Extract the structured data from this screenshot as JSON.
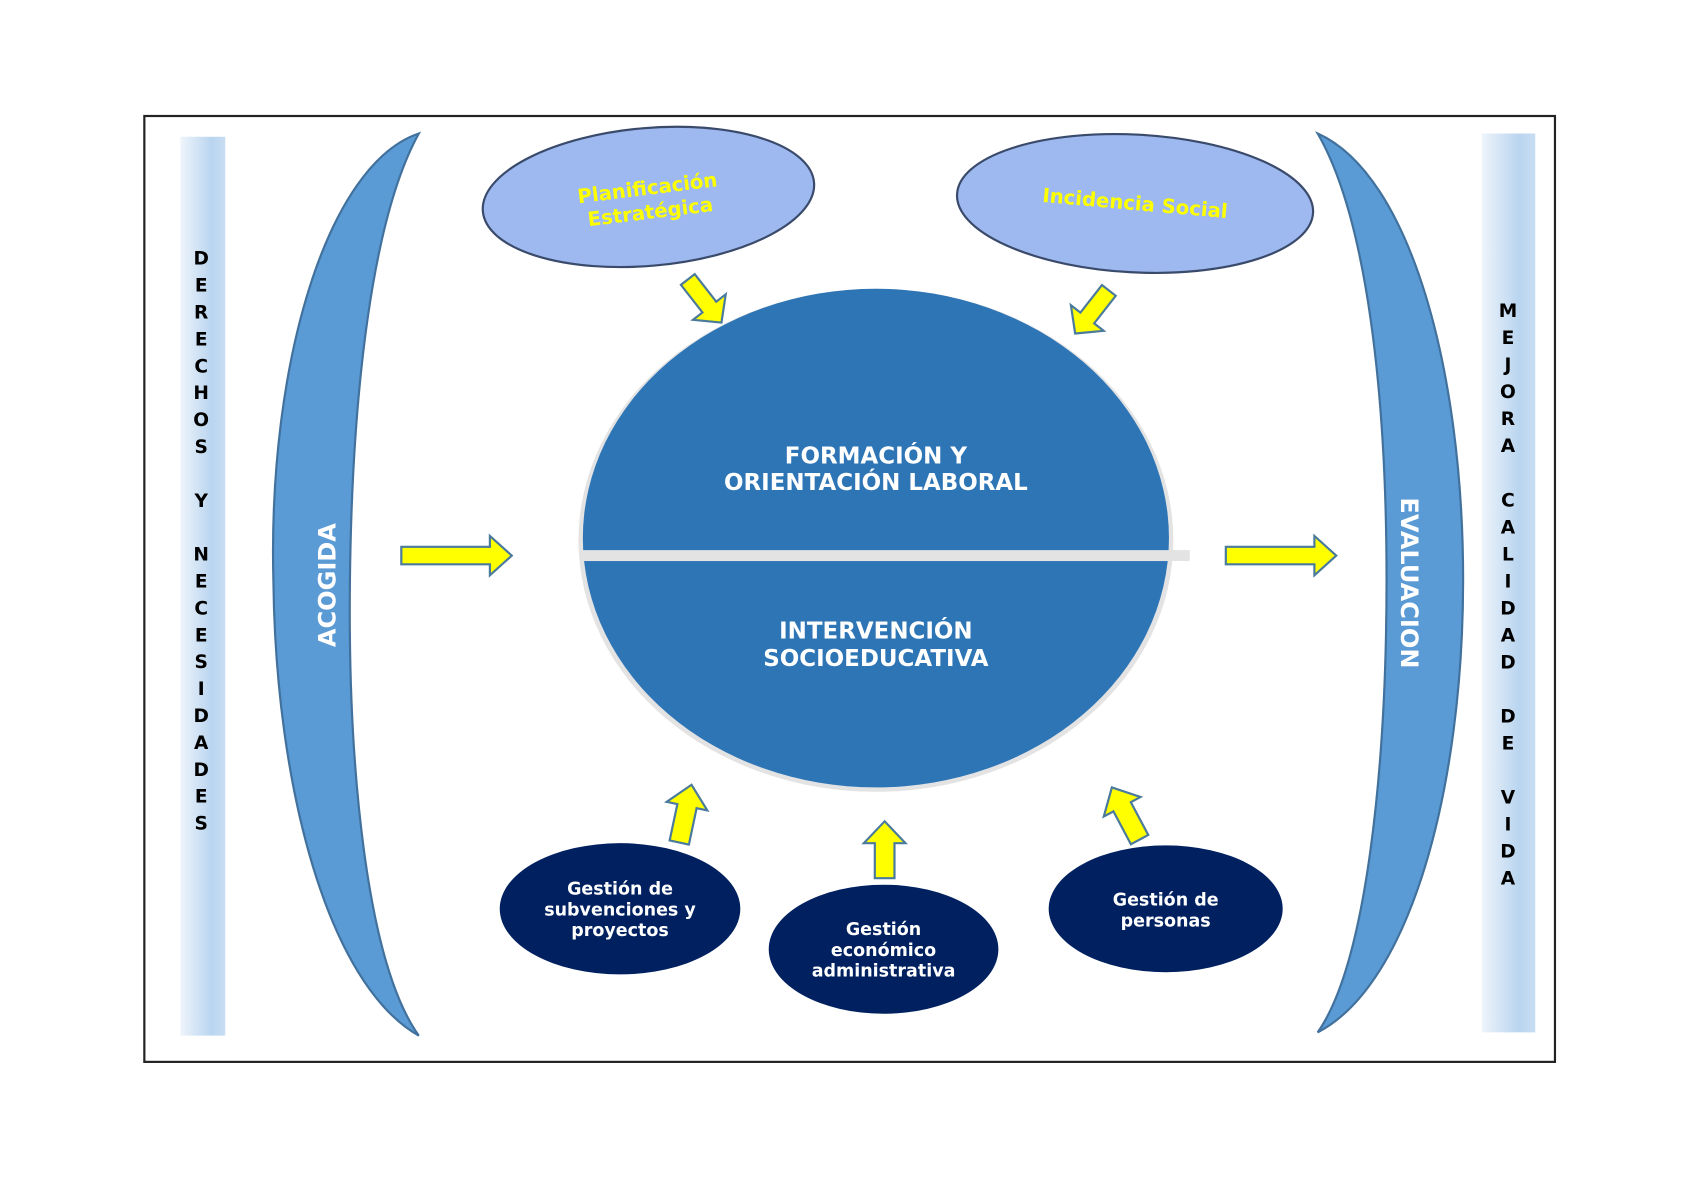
{
  "diagram": {
    "left_banner": {
      "text": "DERECHOS Y NECESIDADES",
      "letters": [
        "D",
        "E",
        "R",
        "E",
        "C",
        "H",
        "O",
        "S",
        "",
        "Y",
        "",
        "N",
        "E",
        "C",
        "E",
        "S",
        "I",
        "D",
        "A",
        "D",
        "E",
        "S"
      ]
    },
    "right_banner": {
      "text": "MEJORA CALIDAD DE VIDA",
      "letters": [
        "M",
        "E",
        "J",
        "O",
        "R",
        "A",
        "",
        "C",
        "A",
        "L",
        "I",
        "D",
        "A",
        "D",
        "",
        "D",
        "E",
        "",
        "V",
        "I",
        "D",
        "A"
      ]
    },
    "left_arc": {
      "label": "ACOGIDA"
    },
    "right_arc": {
      "label": "EVALUACION"
    },
    "top_nodes": [
      {
        "id": "planificacion",
        "lines": [
          "Planificación",
          "Estratégica"
        ]
      },
      {
        "id": "incidencia",
        "lines": [
          "Incidencia Social"
        ]
      }
    ],
    "core": {
      "top_lines": [
        "FORMACIÓN Y",
        "ORIENTACIÓN LABORAL"
      ],
      "bottom_lines": [
        "INTERVENCIÓN",
        "SOCIOEDUCATIVA"
      ]
    },
    "bottom_nodes": [
      {
        "id": "subvenciones",
        "lines": [
          "Gestión de",
          "subvenciones y",
          "proyectos"
        ]
      },
      {
        "id": "economico",
        "lines": [
          "Gestión",
          "económico",
          "administrativa"
        ]
      },
      {
        "id": "personas",
        "lines": [
          "Gestión de",
          "personas"
        ]
      }
    ],
    "colors": {
      "arc_fill": "#5b9bd5",
      "arc_stroke": "#41719c",
      "core_fill": "#2e75b6",
      "core_divider": "#e3e3e3",
      "top_node_fill": "#9db9ef",
      "top_node_stroke": "#3a4a6b",
      "bottom_node_fill": "#002060",
      "arrow_fill": "#ffff00",
      "arrow_stroke": "#4a7a9c",
      "banner_light": "#eaf2fb",
      "banner_dark": "#b7d3ee"
    }
  }
}
